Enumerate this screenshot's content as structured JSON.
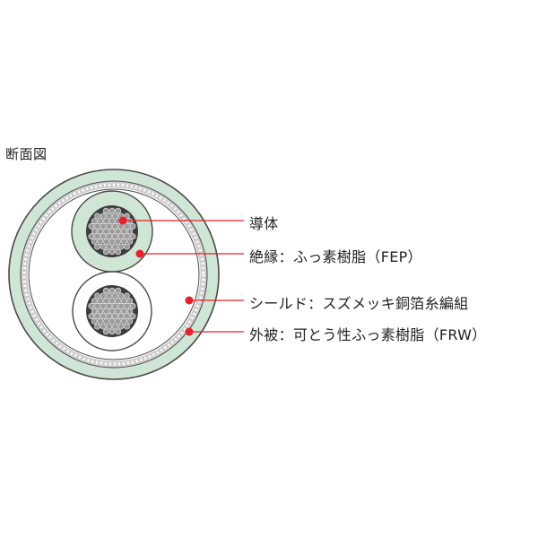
{
  "title": "断面図",
  "labels": [
    {
      "key": "conductor",
      "text": "導体"
    },
    {
      "key": "insulation",
      "text": "絶縁：ふっ素樹脂（FEP）"
    },
    {
      "key": "shield",
      "text": "シールド：スズメッキ銅箔糸編組"
    },
    {
      "key": "jacket",
      "text": "外被：可とう性ふっ素樹脂（FRW）"
    }
  ],
  "colors": {
    "jacket": "#cfe5d6",
    "jacket_stroke": "#4a4a4a",
    "shield": "#d8d8d8",
    "insulation": "#cfe5d6",
    "conductor_strand": "#9a9a9a",
    "conductor_bg": "#3c3c3c",
    "callout": "#e8202a"
  }
}
